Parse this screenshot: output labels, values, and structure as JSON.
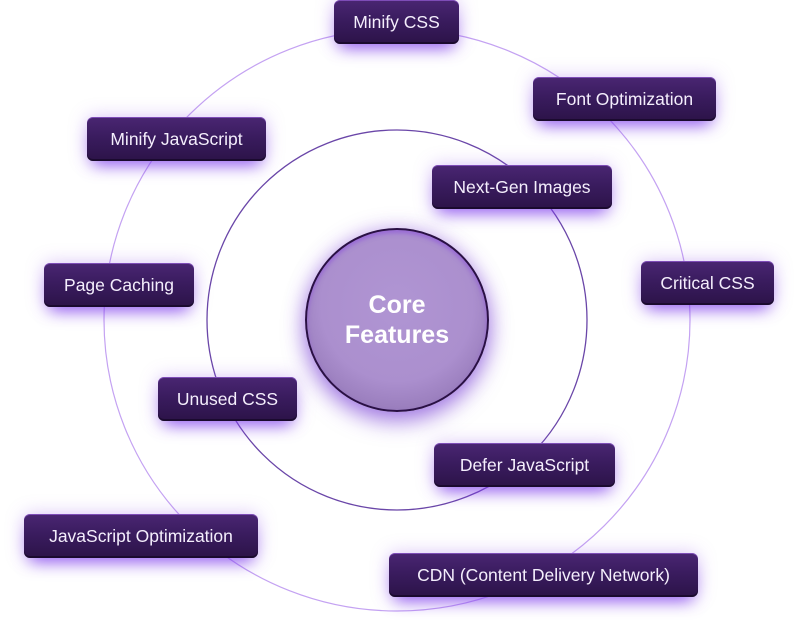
{
  "diagram": {
    "title": "Core Features",
    "center": {
      "line1": "Core",
      "line2": "Features",
      "fill_color": "#ab8fce"
    },
    "colors": {
      "pill_background": "#3a1c5f",
      "pill_text": "#f4eefc",
      "inner_ring": "#6a46a8",
      "outer_ring": "#c4a2f2",
      "glow": "#7c3aed"
    },
    "inner_ring_items": [
      {
        "id": "next-gen-images",
        "label": "Next-Gen Images"
      },
      {
        "id": "defer-javascript",
        "label": "Defer JavaScript"
      },
      {
        "id": "unused-css",
        "label": "Unused CSS"
      }
    ],
    "outer_ring_items": [
      {
        "id": "minify-css",
        "label": "Minify CSS"
      },
      {
        "id": "font-optimization",
        "label": "Font Optimization"
      },
      {
        "id": "critical-css",
        "label": "Critical CSS"
      },
      {
        "id": "cdn",
        "label": "CDN (Content Delivery Network)"
      },
      {
        "id": "javascript-optimization",
        "label": "JavaScript Optimization"
      },
      {
        "id": "page-caching",
        "label": "Page Caching"
      },
      {
        "id": "minify-javascript",
        "label": "Minify JavaScript"
      }
    ]
  }
}
